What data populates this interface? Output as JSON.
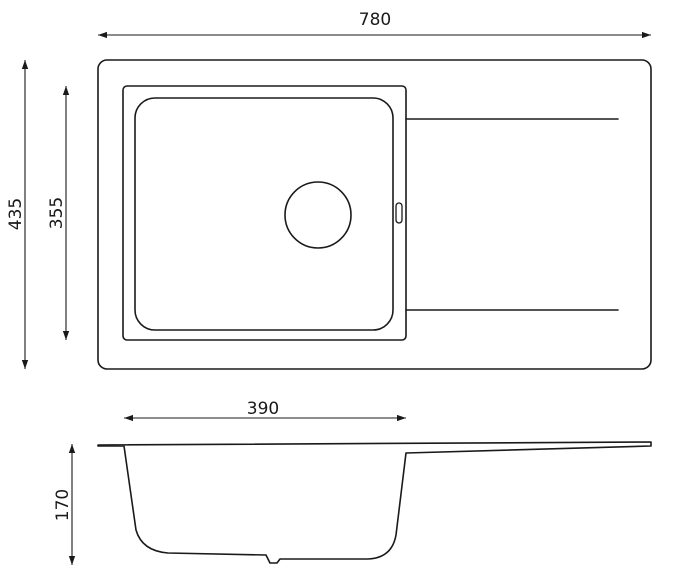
{
  "dimensions": {
    "overall_width": "780",
    "overall_depth": "435",
    "bowl_depth_top": "355",
    "bowl_width": "390",
    "bowl_height": "170"
  },
  "colors": {
    "line": "#1a1a1a",
    "background": "#ffffff"
  }
}
